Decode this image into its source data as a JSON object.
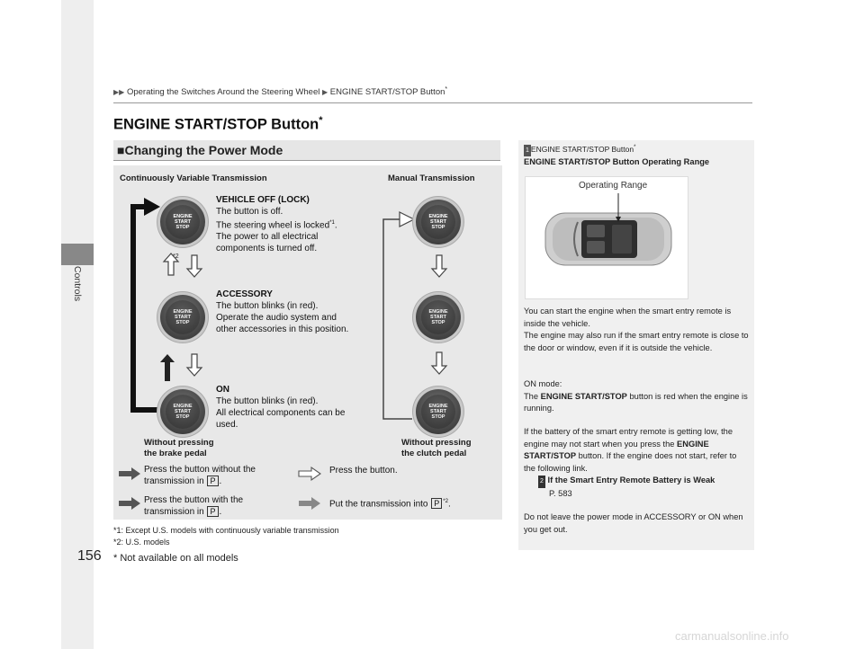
{
  "breadcrumb": {
    "part1": "Operating the Switches Around the Steering Wheel",
    "part2": "ENGINE START/STOP Button",
    "mark": "*"
  },
  "page_title": "ENGINE START/STOP Button",
  "page_title_mark": "*",
  "section_title": "Changing the Power Mode",
  "section_marker": "■",
  "sidebar_label": "Controls",
  "diagram": {
    "left_header": "Continuously Variable Transmission",
    "right_header": "Manual Transmission",
    "button_label": [
      "ENGINE",
      "START",
      "STOP"
    ],
    "modes": [
      {
        "name": "VEHICLE OFF (LOCK)",
        "lines": [
          "The button is off.",
          "The steering wheel is locked",
          "The power to all electrical",
          "components is turned off."
        ],
        "ref": "*1",
        "ref_end": "."
      },
      {
        "name": "ACCESSORY",
        "lines": [
          "The button blinks (in red).",
          "Operate the audio system and",
          "other accessories in this position."
        ]
      },
      {
        "name": "ON",
        "lines": [
          "The button blinks (in red).",
          "All electrical components can be",
          "used."
        ]
      }
    ],
    "star2": "*2",
    "left_bottom": [
      "Without pressing",
      "the brake pedal"
    ],
    "right_bottom": [
      "Without pressing",
      "the clutch pedal"
    ],
    "legend": {
      "item1": [
        "Press the button without the",
        "transmission in",
        "."
      ],
      "item2": "Press the button.",
      "item3": [
        "Press the button with the",
        "transmission in",
        "."
      ],
      "item4": [
        "Put the transmission into",
        "*2",
        "."
      ],
      "gear": "P"
    }
  },
  "footnotes": [
    "*1: Except U.S. models with continuously variable transmission",
    "*2: U.S. models"
  ],
  "page_number": "156",
  "not_available": "* Not available on all models",
  "side": {
    "ref_title": "ENGINE START/STOP Button",
    "ref_mark": "*",
    "ref_icon": "1",
    "range_title": "ENGINE START/STOP Button Operating Range",
    "range_label": "Operating Range",
    "p1": "You can start the engine when the smart entry remote is inside the vehicle.",
    "p2": "The engine may also run if the smart entry remote is close to the door or window, even if it is outside the vehicle.",
    "on_mode": "ON mode:",
    "on_desc_pre": "The",
    "on_desc_bold": "ENGINE START/STOP",
    "on_desc_post": "button is red when the engine is running.",
    "p3_pre": "If the battery of the smart entry remote is getting low, the engine may not start when you press the",
    "p3_bold": "ENGINE START/STOP",
    "p3_post": "button. If the engine does not start, refer to the following link.",
    "link_icon": "2",
    "link_text": "If the Smart Entry Remote Battery is Weak",
    "link_page": "P. 583",
    "p4": "Do not leave the power mode in ACCESSORY or ON when you get out."
  },
  "watermark": "carmanualsonline.info"
}
